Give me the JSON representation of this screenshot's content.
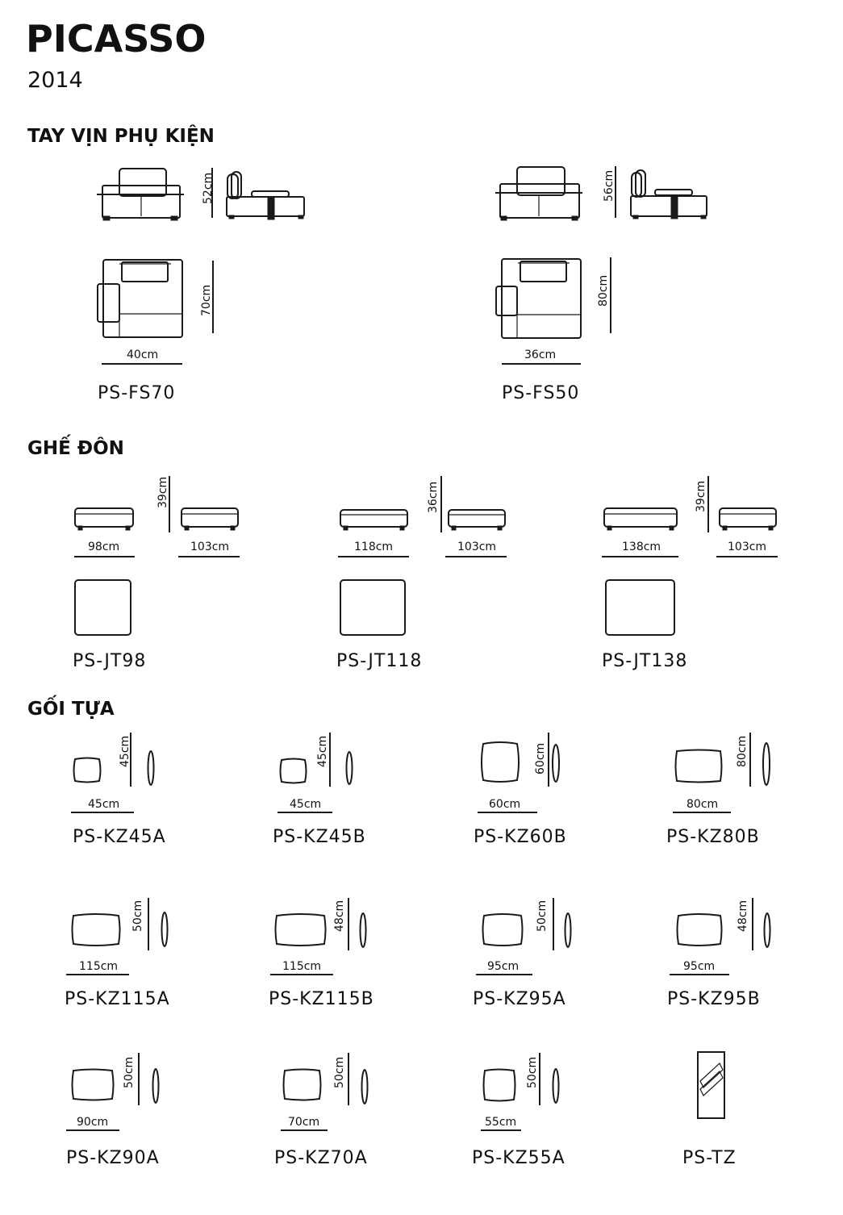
{
  "header": {
    "title": "PICASSO",
    "year": "2014"
  },
  "sections": {
    "armrest": "TAY VỊN PHỤ KIỆN",
    "ottoman": "GHẾ ĐÔN",
    "cushion": "GỐI TỰA"
  },
  "armrests": [
    {
      "code": "PS-FS70",
      "height": "52cm",
      "depth": "70cm",
      "width": "40cm"
    },
    {
      "code": "PS-FS50",
      "height": "56cm",
      "depth": "80cm",
      "width": "36cm"
    }
  ],
  "ottomans": [
    {
      "code": "PS-JT98",
      "height": "39cm",
      "width": "98cm",
      "depth": "103cm"
    },
    {
      "code": "PS-JT118",
      "height": "36cm",
      "width": "118cm",
      "depth": "103cm"
    },
    {
      "code": "PS-JT138",
      "height": "39cm",
      "width": "138cm",
      "depth": "103cm"
    }
  ],
  "cushions": [
    {
      "code": "PS-KZ45A",
      "width": "45cm",
      "height": "45cm"
    },
    {
      "code": "PS-KZ45B",
      "width": "45cm",
      "height": "45cm"
    },
    {
      "code": "PS-KZ60B",
      "width": "60cm",
      "height": "60cm"
    },
    {
      "code": "PS-KZ80B",
      "width": "80cm",
      "height": "80cm"
    },
    {
      "code": "PS-KZ115A",
      "width": "115cm",
      "height": "50cm"
    },
    {
      "code": "PS-KZ115B",
      "width": "115cm",
      "height": "48cm"
    },
    {
      "code": "PS-KZ95A",
      "width": "95cm",
      "height": "50cm"
    },
    {
      "code": "PS-KZ95B",
      "width": "95cm",
      "height": "48cm"
    },
    {
      "code": "PS-KZ90A",
      "width": "90cm",
      "height": "50cm"
    },
    {
      "code": "PS-KZ70A",
      "width": "70cm",
      "height": "50cm"
    },
    {
      "code": "PS-KZ55A",
      "width": "55cm",
      "height": "50cm"
    },
    {
      "code": "PS-TZ"
    }
  ]
}
